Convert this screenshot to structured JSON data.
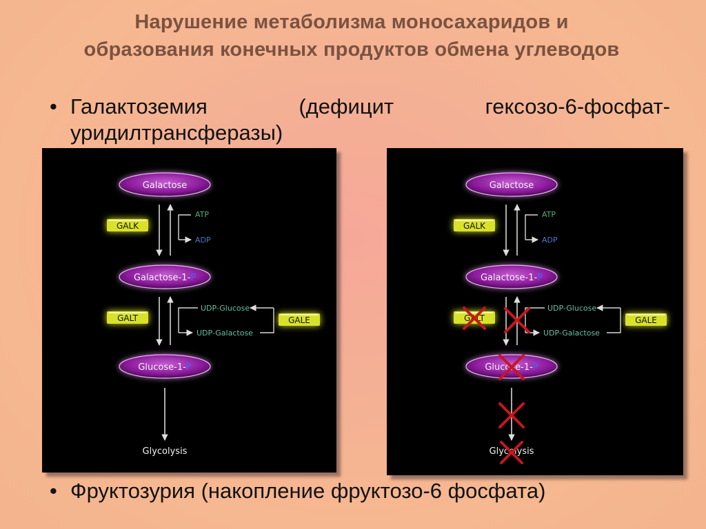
{
  "slide": {
    "title": "Нарушение метаболизма моносахаридов и образования конечных продуктов обмена углеводов",
    "bullet_glyph": "•",
    "bullets": [
      {
        "line1_words": [
          "Галактоземия",
          "(дефицит",
          "гексозо-6-фосфат-"
        ],
        "line2": "уридилтрансферазы)"
      },
      {
        "text": "Фруктозурия (накопление фруктозо-6 фосфата)"
      }
    ]
  },
  "diagrams": [
    {
      "id": "normal",
      "blocked": false,
      "metabolites": {
        "galactose": "Galactose",
        "galactose_1p_prefix": "Galactose-1-",
        "glucose_1p_prefix": "Glucose-1-",
        "phosphate_suffix": "P",
        "glycolysis": "Glycolysis"
      },
      "enzymes": {
        "galk": "GALK",
        "galt": "GALT",
        "gale": "GALE"
      },
      "cofactors": {
        "atp": "ATP",
        "adp": "ADP",
        "udp_glucose": "UDP-Glucose",
        "udp_galactose": "UDP-Galactose"
      }
    },
    {
      "id": "galactosemia",
      "blocked": true,
      "metabolites": {
        "galactose": "Galactose",
        "galactose_1p_prefix": "Galactose-1-",
        "glucose_1p_prefix": "Glucose-1-",
        "phosphate_suffix": "P",
        "glycolysis": "Glycolysis"
      },
      "enzymes": {
        "galk": "GALK",
        "galt": "GALT",
        "gale": "GALE"
      },
      "cofactors": {
        "atp": "ATP",
        "adp": "ADP",
        "udp_glucose": "UDP-Glucose",
        "udp_galactose": "UDP-Galactose"
      }
    }
  ],
  "colors": {
    "title": "#7a5240",
    "bullet_text": "#111111",
    "metabolite_fill": "#8a1a9a",
    "enzyme_fill": "#d9e22a",
    "atp_adp_text": "#4a78c8",
    "atp_text": "#5ab07a",
    "udp_text": "#6ac0a0",
    "phosphate_text": "#4a60ff",
    "block_cross": "#c8161e"
  }
}
